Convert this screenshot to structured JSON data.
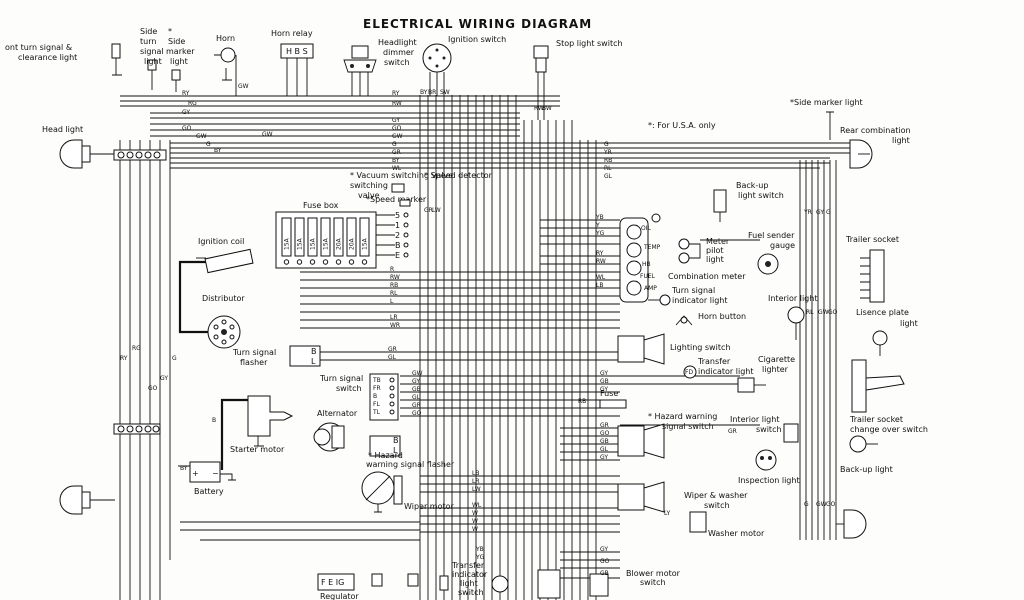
{
  "title": "ELECTRICAL WIRING DIAGRAM",
  "note": "*: For U.S.A. only",
  "fuse_box": {
    "label": "Fuse box",
    "ratings": [
      "15A",
      "15A",
      "15A",
      "15A",
      "20A",
      "20A",
      "15A"
    ]
  },
  "components": {
    "front_turn_signal": "ont turn signal &",
    "clearance_light": "clearance light",
    "side_turn_signal": "Side turn signal light",
    "side_marker": "* Side marker light",
    "horn": "Horn",
    "horn_relay": "Horn relay",
    "horn_relay_terms": "H B S",
    "headlight_dimmer": "Headlight dimmer switch",
    "ignition_switch": "Ignition switch",
    "stop_light_switch": "Stop light switch",
    "side_marker_light_rear": "*Side marker light",
    "head_light": "Head light",
    "rear_combination": "Rear combination light",
    "vacuum_switch": "* Vacuum switching valve",
    "speed_detector": "* Speed detector",
    "speed_marker": "*Speed marker",
    "ignition_coil": "Ignition coil",
    "backup_switch": "Back-up light switch",
    "meter_pilot": "Meter pilot light",
    "fuel_sender": "Fuel sender gauge",
    "trailer_socket": "Trailer socket",
    "combination_meter": "Combination meter",
    "distributor": "Distributor",
    "turn_indicator": "Turn signal indicator light",
    "interior_light": "Interior light",
    "horn_button": "Horn button",
    "license_plate": "Lisence plate light",
    "turn_flasher": "Turn signal flasher",
    "lighting_switch": "Lighting switch",
    "transfer_indicator": "Transfer indicator light",
    "cigarette_lighter": "Cigarette lighter",
    "turn_switch": "Turn signal switch",
    "fuse": "Fuse",
    "hazard_switch": "* Hazard warning signal switch",
    "interior_light_switch": "Interior light switch",
    "trailer_change": "Trailer socket change over switch",
    "alternator": "Alternator",
    "starter": "Starter motor",
    "hazard_flasher": "* Hazard warning signal flasher",
    "inspection_light": "Inspection light",
    "backup_light": "Back-up light",
    "battery": "Battery",
    "wiper_motor": "Wiper motor",
    "wiper_switch": "Wiper & washer switch",
    "washer_motor": "Washer motor",
    "regulator": "Regulator",
    "regulator_terms": "F E IG",
    "transfer_switch": "Transfer indicator light switch",
    "blower_switch": "Blower motor switch"
  },
  "fuse_terminals": [
    "5",
    "1",
    "2",
    "B",
    "E"
  ],
  "meter_labels": [
    "OIL",
    "TEMP",
    "FUEL",
    "AMP",
    "HB"
  ],
  "wire_codes_top": [
    "RY",
    "RG",
    "GY",
    "GO",
    "GW",
    "G",
    "BY"
  ],
  "wire_codes_upper_right": [
    "GY",
    "GO",
    "GW",
    "G",
    "GR",
    "BY",
    "WL"
  ],
  "wire_codes_right": [
    "G",
    "YR",
    "RB",
    "RL",
    "GL"
  ],
  "wire_codes_mid": [
    "R",
    "RW",
    "RB",
    "RL",
    "L",
    "LR",
    "WR"
  ],
  "wire_codes_meter": [
    "YB",
    "Y",
    "YG",
    "RY",
    "RW",
    "WL",
    "LB"
  ],
  "wire_codes_turn": [
    "GW",
    "GY",
    "GB",
    "GL",
    "GR",
    "GO"
  ],
  "wire_codes_lower": [
    "LB",
    "LR",
    "LW",
    "WL",
    "W",
    "YB",
    "YG",
    "LY"
  ],
  "wire_codes_flasher": [
    "GR",
    "GL"
  ],
  "wire_codes_hazard": [
    "GR",
    "GO",
    "GB",
    "GL",
    "GY"
  ],
  "wire_codes_vertical": [
    "RY",
    "RG",
    "GO",
    "G",
    "GY",
    "GW",
    "GR",
    "G",
    "GO",
    "GW",
    "RL",
    "RW",
    "YR"
  ]
}
